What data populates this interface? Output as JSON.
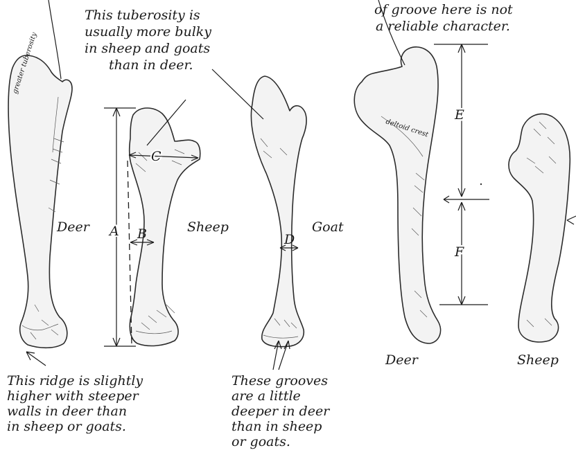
{
  "annotations": {
    "tuberosity_note": [
      "This tuberosity is",
      "usually more bulky",
      "in sheep and goats",
      "than in deer."
    ],
    "groove_note": [
      "of groove here is not",
      "a reliable character."
    ],
    "ridge_note": [
      "This ridge is slightly",
      "higher with steeper",
      "walls in deer than",
      "in sheep or goats."
    ],
    "grooves_note": [
      "These grooves",
      "are a little",
      "deeper in deer",
      "than in sheep",
      "or goats."
    ]
  },
  "bone_labels": {
    "deer_left": "Deer",
    "sheep_left": "Sheep",
    "goat": "Goat",
    "deer_right": "Deer",
    "sheep_right": "Sheep"
  },
  "inline_labels": {
    "greater_tuberosity": "greater tuberosity",
    "deltoid_crest": "deltoid crest"
  },
  "measure_labels": {
    "A": "A",
    "B": "B",
    "C": "C",
    "D": "D",
    "E": "E",
    "F": "F"
  }
}
